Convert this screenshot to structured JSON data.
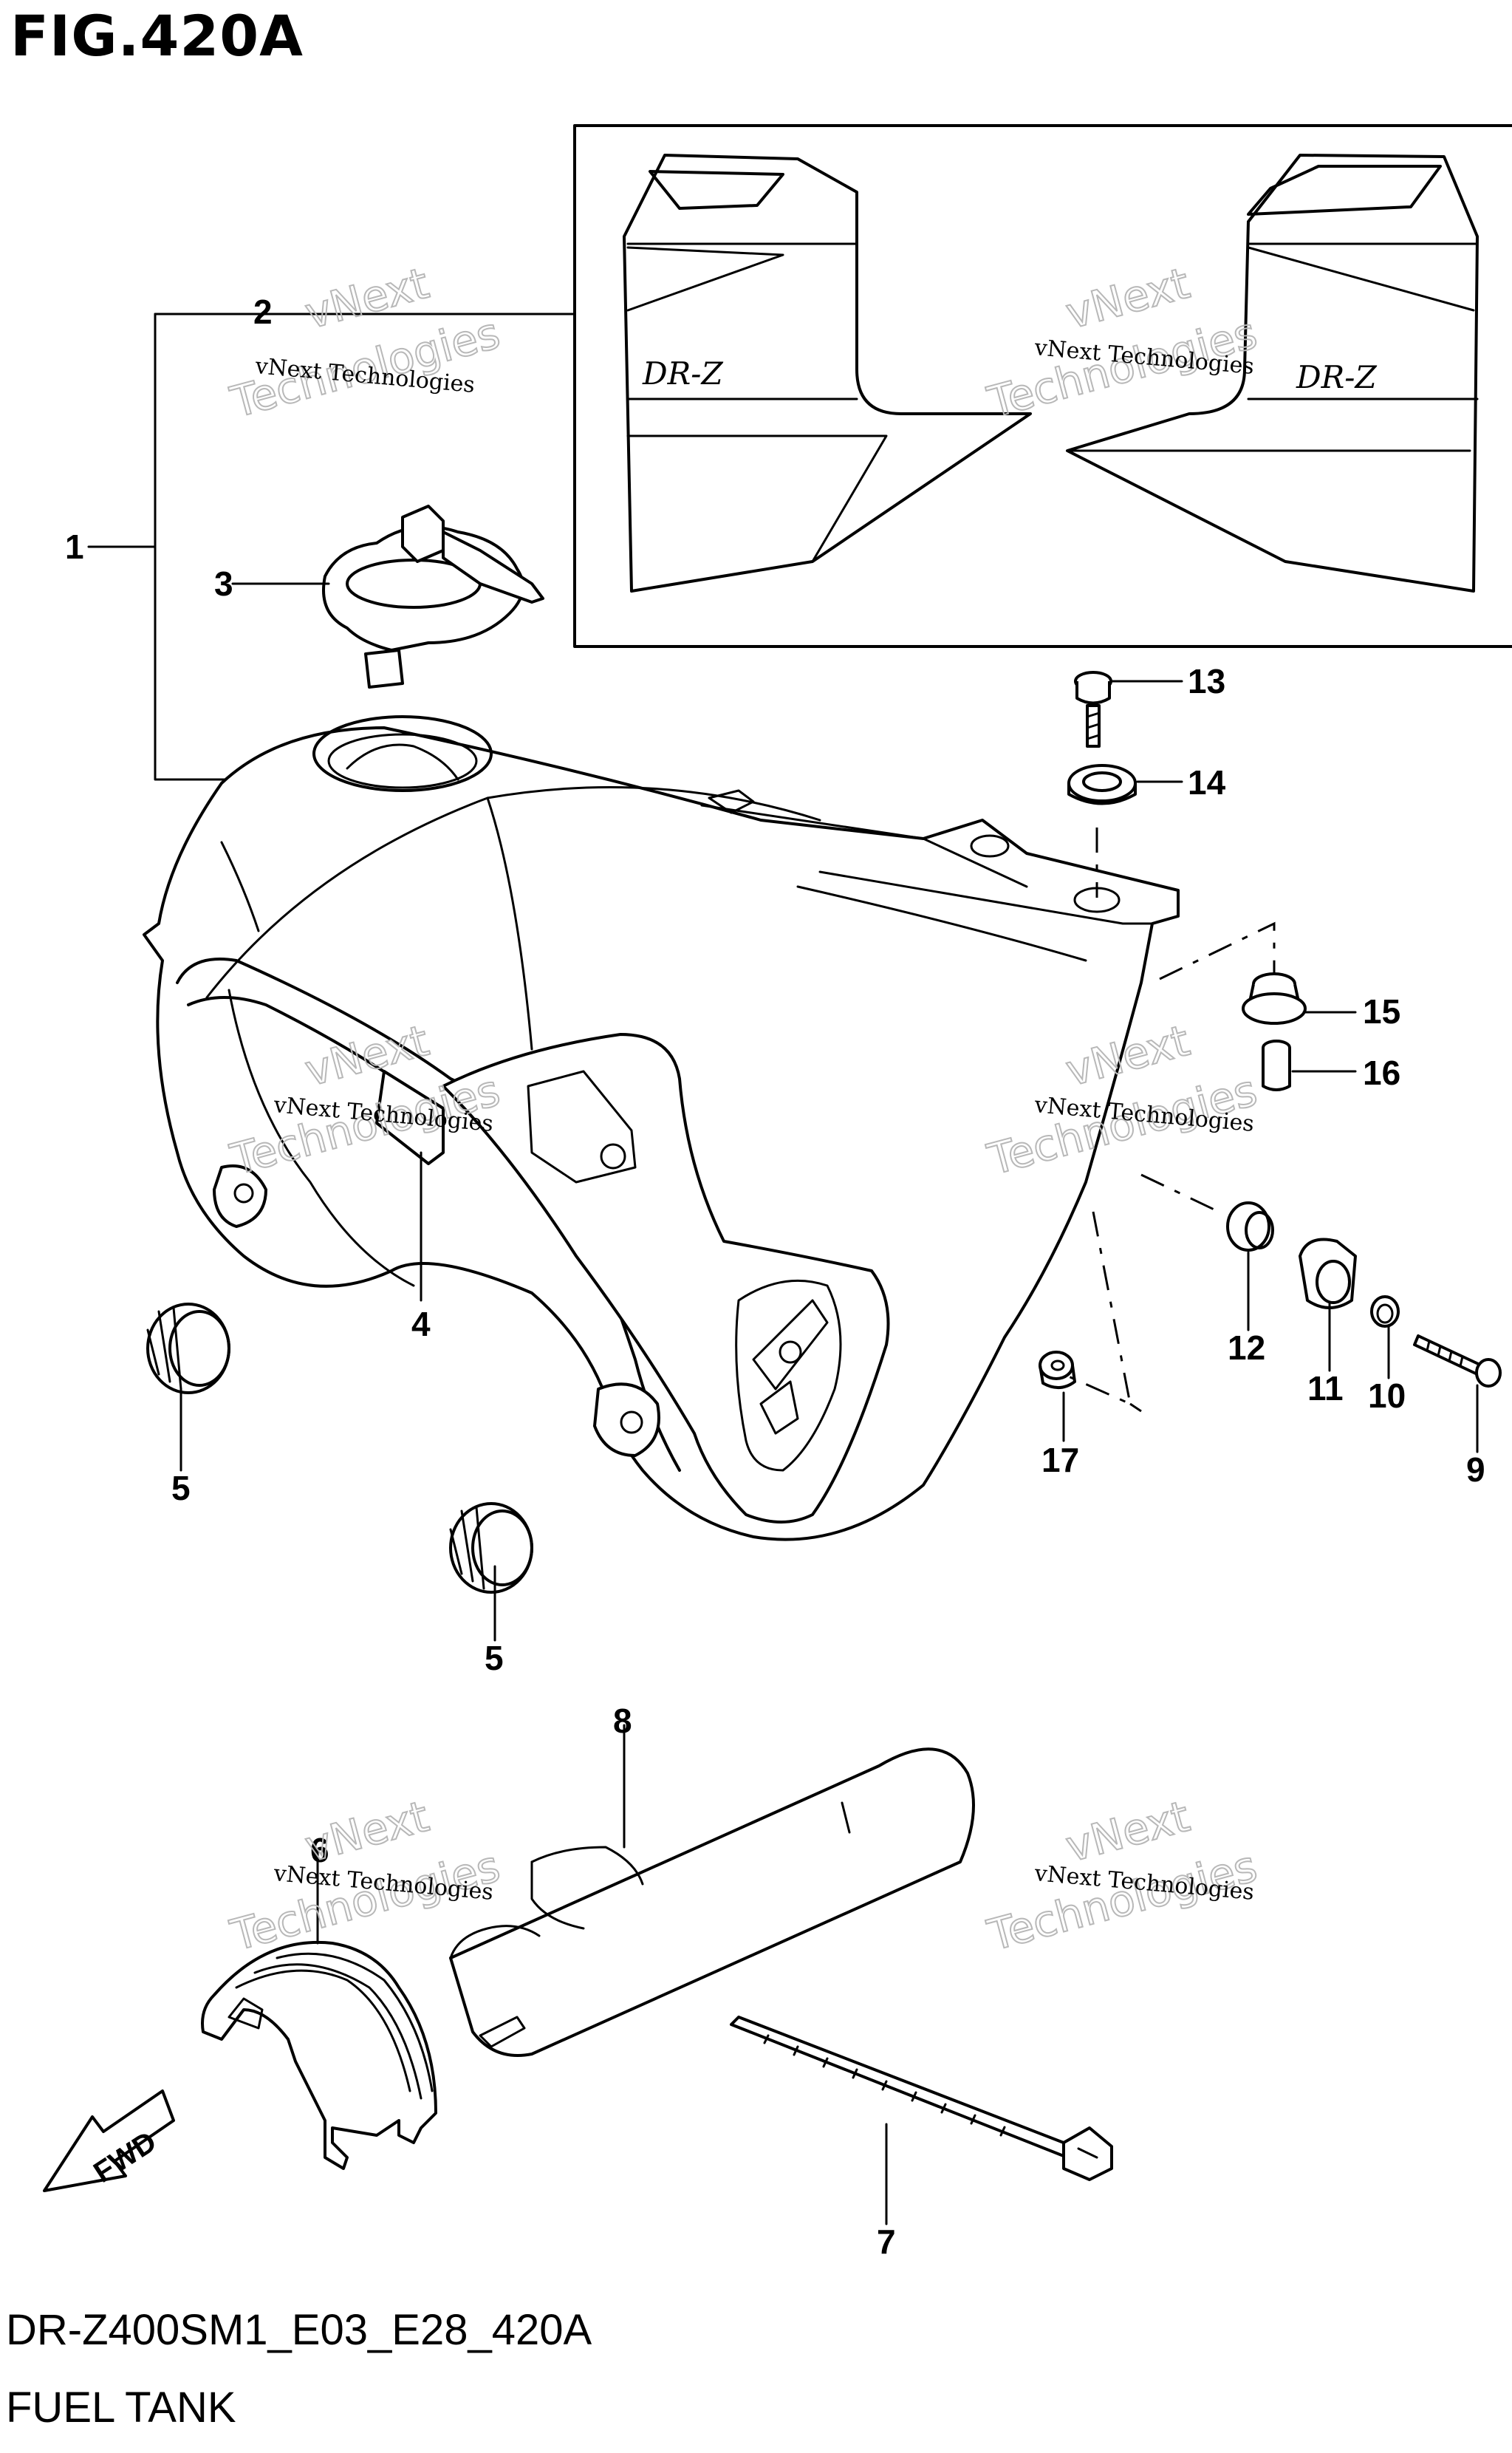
{
  "figure": {
    "title": "FIG.420A",
    "code": "DR-Z400SM1_E03_E28_420A",
    "name": "FUEL TANK"
  },
  "decal_text": "DR-Z",
  "watermark": {
    "line1": "vNext Technologies",
    "line2": "vNext",
    "line3": "Technologies"
  },
  "arrow_label": "FWD",
  "callouts": {
    "c1": "1",
    "c2": "2",
    "c3": "3",
    "c4": "4",
    "c5a": "5",
    "c5b": "5",
    "c6": "6",
    "c7": "7",
    "c8": "8",
    "c9": "9",
    "c10": "10",
    "c11": "11",
    "c12": "12",
    "c13": "13",
    "c14": "14",
    "c15": "15",
    "c16": "16",
    "c17": "17"
  }
}
